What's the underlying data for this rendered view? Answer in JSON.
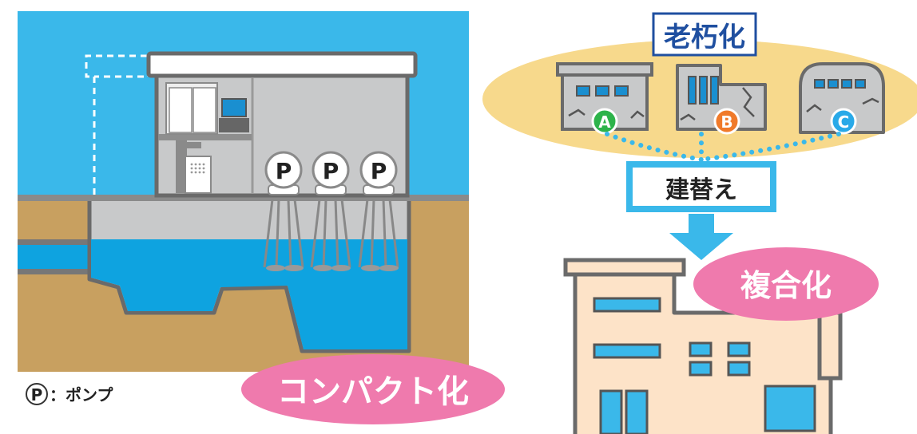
{
  "left": {
    "pump_symbol": "P",
    "legend_symbol": "P",
    "legend_text": "：ポンプ",
    "badge": "コンパクト化"
  },
  "right": {
    "aging_label": "老朽化",
    "facilities": [
      {
        "letter": "A",
        "color": "#2db34a"
      },
      {
        "letter": "B",
        "color": "#f07a2a"
      },
      {
        "letter": "C",
        "color": "#29a9e8"
      }
    ],
    "rebuild_label": "建替え",
    "badge": "複合化"
  },
  "colors": {
    "sky": "#3ab8ea",
    "water": "#0ea3e0",
    "ground": "#c8a060",
    "concrete": "#c8c9ca",
    "badge_pink": "#ef7aad",
    "aging_ellipse": "#f7d98c",
    "arrow": "#3ab8ea",
    "building_fill": "#fde3c8",
    "outline": "#6a6a6a",
    "label_blue": "#1f4fa0"
  }
}
